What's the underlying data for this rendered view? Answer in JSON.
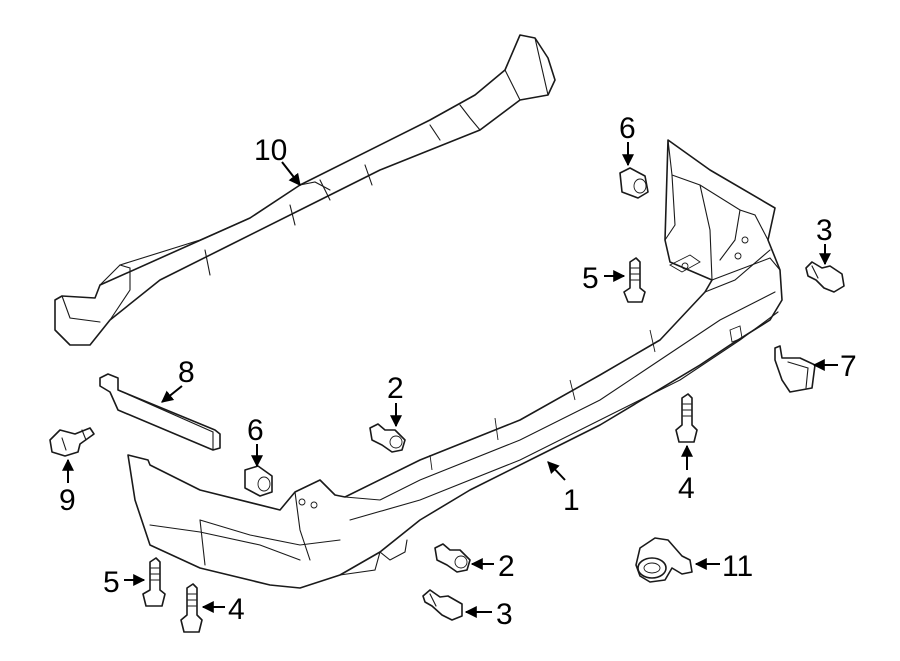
{
  "callouts": {
    "c1": "1",
    "c2a": "2",
    "c2b": "2",
    "c3a": "3",
    "c3b": "3",
    "c4a": "4",
    "c4b": "4",
    "c5a": "5",
    "c5b": "5",
    "c6a": "6",
    "c6b": "6",
    "c7": "7",
    "c8": "8",
    "c9": "9",
    "c10": "10",
    "c11": "11"
  }
}
